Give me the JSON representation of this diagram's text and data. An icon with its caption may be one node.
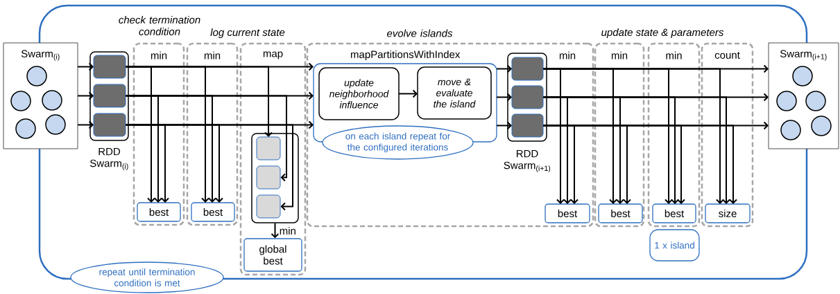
{
  "diagram": {
    "nodes": [
      {
        "text": [],
        "shape": "box"
      },
      {
        "text": [
          "Swarm$_{(i)}$"
        ]
      },
      {
        "text": [
          "RDD Swarm$_{(i)}$"
        ],
        "in": 0
      },
      {
        "text": [],
        "shape": "box",
        "in": 2
      },
      {
        "text": [],
        "shape": "box",
        "in": 2
      },
      {
        "text": [],
        "shape": "box",
        "in": 2
      },
      {
        "text": [
          "check termination condition",
          "min"
        ],
        "in": 0
      },
      {
        "text": [
          "best"
        ],
        "in": 6
      },
      {
        "text": [
          "min"
        ],
        "in": 0
      },
      {
        "text": [
          "best"
        ],
        "in": 8
      },
      {
        "text": [
          "map"
        ],
        "in": 0
      },
      {
        "text": [],
        "shape": "box",
        "in": 10
      },
      {
        "text": [],
        "shape": "box",
        "in": 11
      },
      {
        "text": [],
        "shape": "box",
        "in": 11
      },
      {
        "text": [],
        "shape": "box",
        "in": 11
      },
      {
        "text": [
          "global best"
        ],
        "in": 10
      },
      {
        "text": [
          "evolve islands",
          "mapPartitionsWithIndex"
        ],
        "in": 0
      },
      {
        "text": [],
        "shape": "box",
        "in": 16
      },
      {
        "text": [
          "update neighborhood influence"
        ],
        "in": 17
      },
      {
        "text": [
          "move & evaluate the island"
        ],
        "in": 17
      },
      {
        "text": [
          "on each island repeat for the configured iterations"
        ],
        "in": 16
      },
      {
        "text": [
          "RDD Swarm$_{(i+1)}$"
        ],
        "in": 16
      },
      {
        "text": [],
        "shape": "box",
        "in": 21
      },
      {
        "text": [],
        "shape": "box",
        "in": 21
      },
      {
        "text": [],
        "shape": "box",
        "in": 21
      },
      {
        "text": [
          "best"
        ],
        "in": 16
      },
      {
        "text": [
          "min"
        ],
        "in": 0
      },
      {
        "text": [
          "best"
        ],
        "in": 26
      },
      {
        "text": [
          "min"
        ],
        "in": 0
      },
      {
        "text": [
          "best"
        ],
        "in": 28
      },
      {
        "text": [
          "1 x island"
        ],
        "in": 0
      },
      {
        "text": [
          "count"
        ],
        "in": 0
      },
      {
        "text": [
          "size"
        ],
        "in": 31
      },
      {
        "text": [
          "Swarm$_{(i+1)}$"
        ]
      },
      {
        "text": [
          "repeat until termination condition is met"
        ]
      }
    ],
    "edges": [
      {
        "from": 1,
        "to": 3,
        "arrow": "to"
      },
      {
        "from": 1,
        "to": 4,
        "arrow": "to"
      },
      {
        "from": 1,
        "to": 5,
        "arrow": "to"
      },
      {
        "from": 3,
        "to": 17,
        "arrow": "to"
      },
      {
        "from": 4,
        "to": 17,
        "arrow": "to"
      },
      {
        "from": 5,
        "to": 17,
        "arrow": "to"
      },
      {
        "from": 3,
        "to": 7,
        "arrow": "to"
      },
      {
        "from": 4,
        "to": 7,
        "arrow": "to"
      },
      {
        "from": 5,
        "to": 7,
        "arrow": "to"
      },
      {
        "from": 3,
        "to": 9,
        "arrow": "to"
      },
      {
        "from": 4,
        "to": 9,
        "arrow": "to"
      },
      {
        "from": 5,
        "to": 9,
        "arrow": "to"
      },
      {
        "from": 3,
        "to": 12,
        "arrow": "to"
      },
      {
        "from": 4,
        "to": 13,
        "arrow": "to"
      },
      {
        "from": 5,
        "to": 14,
        "arrow": "to"
      },
      {
        "from": 11,
        "to": 15,
        "arrow": "to",
        "label": "min"
      },
      {
        "from": 18,
        "to": 19,
        "arrow": "to"
      },
      {
        "from": 17,
        "to": 22,
        "arrow": "to"
      },
      {
        "from": 17,
        "to": 23,
        "arrow": "to"
      },
      {
        "from": 17,
        "to": 24,
        "arrow": "to"
      },
      {
        "from": 22,
        "to": 33,
        "arrow": "to"
      },
      {
        "from": 23,
        "to": 33,
        "arrow": "to"
      },
      {
        "from": 24,
        "to": 33,
        "arrow": "to"
      },
      {
        "from": 22,
        "to": 25,
        "arrow": "to"
      },
      {
        "from": 23,
        "to": 25,
        "arrow": "to"
      },
      {
        "from": 24,
        "to": 25,
        "arrow": "to"
      },
      {
        "from": 22,
        "to": 27,
        "arrow": "to"
      },
      {
        "from": 23,
        "to": 27,
        "arrow": "to"
      },
      {
        "from": 24,
        "to": 27,
        "arrow": "to"
      },
      {
        "from": 22,
        "to": 29,
        "arrow": "to"
      },
      {
        "from": 23,
        "to": 29,
        "arrow": "to"
      },
      {
        "from": 24,
        "to": 29,
        "arrow": "to"
      },
      {
        "from": 22,
        "to": 32,
        "arrow": "to"
      },
      {
        "from": 23,
        "to": 32,
        "arrow": "to"
      },
      {
        "from": 24,
        "to": 32,
        "arrow": "to"
      }
    ],
    "labels": [
      "log current state",
      "update state & parameters",
      "min"
    ]
  }
}
